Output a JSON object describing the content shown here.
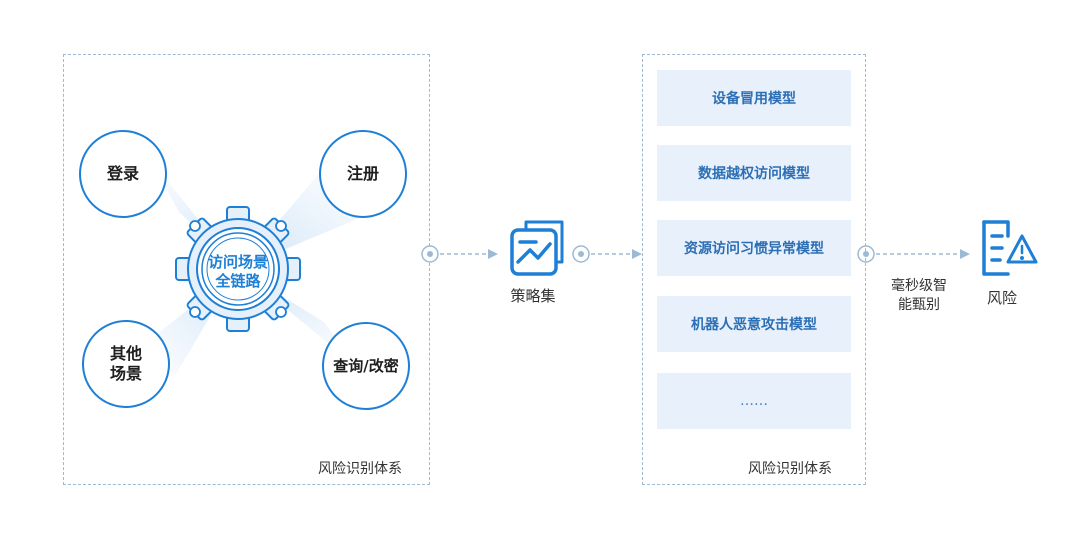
{
  "left_panel": {
    "center_label_1": "访问场景",
    "center_label_2": "全链路",
    "scenes": {
      "login": "登录",
      "register": "注册",
      "other_1": "其他",
      "other_2": "场景",
      "query_modify": "查询/改密"
    },
    "caption": "风险识别体系"
  },
  "strategy": {
    "label": "策略集"
  },
  "right_panel": {
    "models": [
      "设备冒用模型",
      "数据越权访问模型",
      "资源访问习惯异常模型",
      "机器人恶意攻击模型",
      "……"
    ],
    "caption": "风险识别体系"
  },
  "detect": {
    "line1": "毫秒级智",
    "line2": "能甄别"
  },
  "risk": {
    "label": "风险"
  },
  "colors": {
    "primary": "#1e7fd6",
    "model_bg": "#e8f1fb",
    "dashed": "#9db9d6"
  }
}
